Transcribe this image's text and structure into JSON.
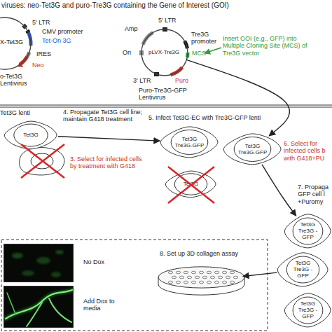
{
  "diagram": {
    "title": "viruses: neo-Tet3G and puro-Tre3G containing the Gene of Interest (GOI)",
    "nodes": [
      {
        "text": [
          "X-Tet3G",
          "5' LTR",
          "CMV promoter",
          "Tet-On 3G",
          "IRES",
          "Neo",
          "o-Tet3G Lentivirus"
        ]
      },
      {
        "text": [
          "pLVX-Tre3G",
          "Amp",
          "5' LTR",
          "Ori",
          "Tre3G promoter",
          "MCS",
          "3' LTR",
          "Puro",
          "Puro-Tre3G-GFP Lentivirus"
        ]
      },
      {
        "text": [
          "Tet3G"
        ]
      },
      {
        "text": [
          "Tet3G Tre3G-GFP"
        ]
      },
      {
        "text": [
          "Tet3G Tre3G-GFP"
        ]
      },
      {
        "text": [
          "Tet3G"
        ]
      },
      {
        "text": [
          "Tet3G Tre3G -GFP"
        ]
      },
      {
        "text": [
          "Tet3G Tre3G -GFP"
        ]
      },
      {
        "text": [
          "Tet3G Tre3G -GFP"
        ]
      },
      {
        "text": [
          "8. Set up 3D collagen assay"
        ]
      },
      {
        "text": [
          "No Dox"
        ]
      },
      {
        "text": [
          "Add Dox to media"
        ]
      }
    ],
    "edges": [
      {
        "from": 1,
        "to": 4,
        "arrow": "to"
      },
      {
        "from": 2,
        "to": 3,
        "label": "4. Propagate Tet3G cell line; maintain G418 treatment",
        "arrow": "to"
      },
      {
        "from": 4,
        "to": 6,
        "label": "7. Propaga GFP cell l +Puromy",
        "arrow": "to"
      },
      {
        "from": 7,
        "to": 9,
        "arrow": "to"
      }
    ],
    "labels": [
      "Insert GOI (e.g., GFP) into Multiple Cloning Site (MCS) of Tre3G vector",
      "Tet3G lenti",
      "3. Select for infected cells by treatment with G418",
      "5. Infect Tet3G-EC with Tre3G-GFP lenti",
      "6. Select for infected cells b with G418+PU"
    ]
  }
}
